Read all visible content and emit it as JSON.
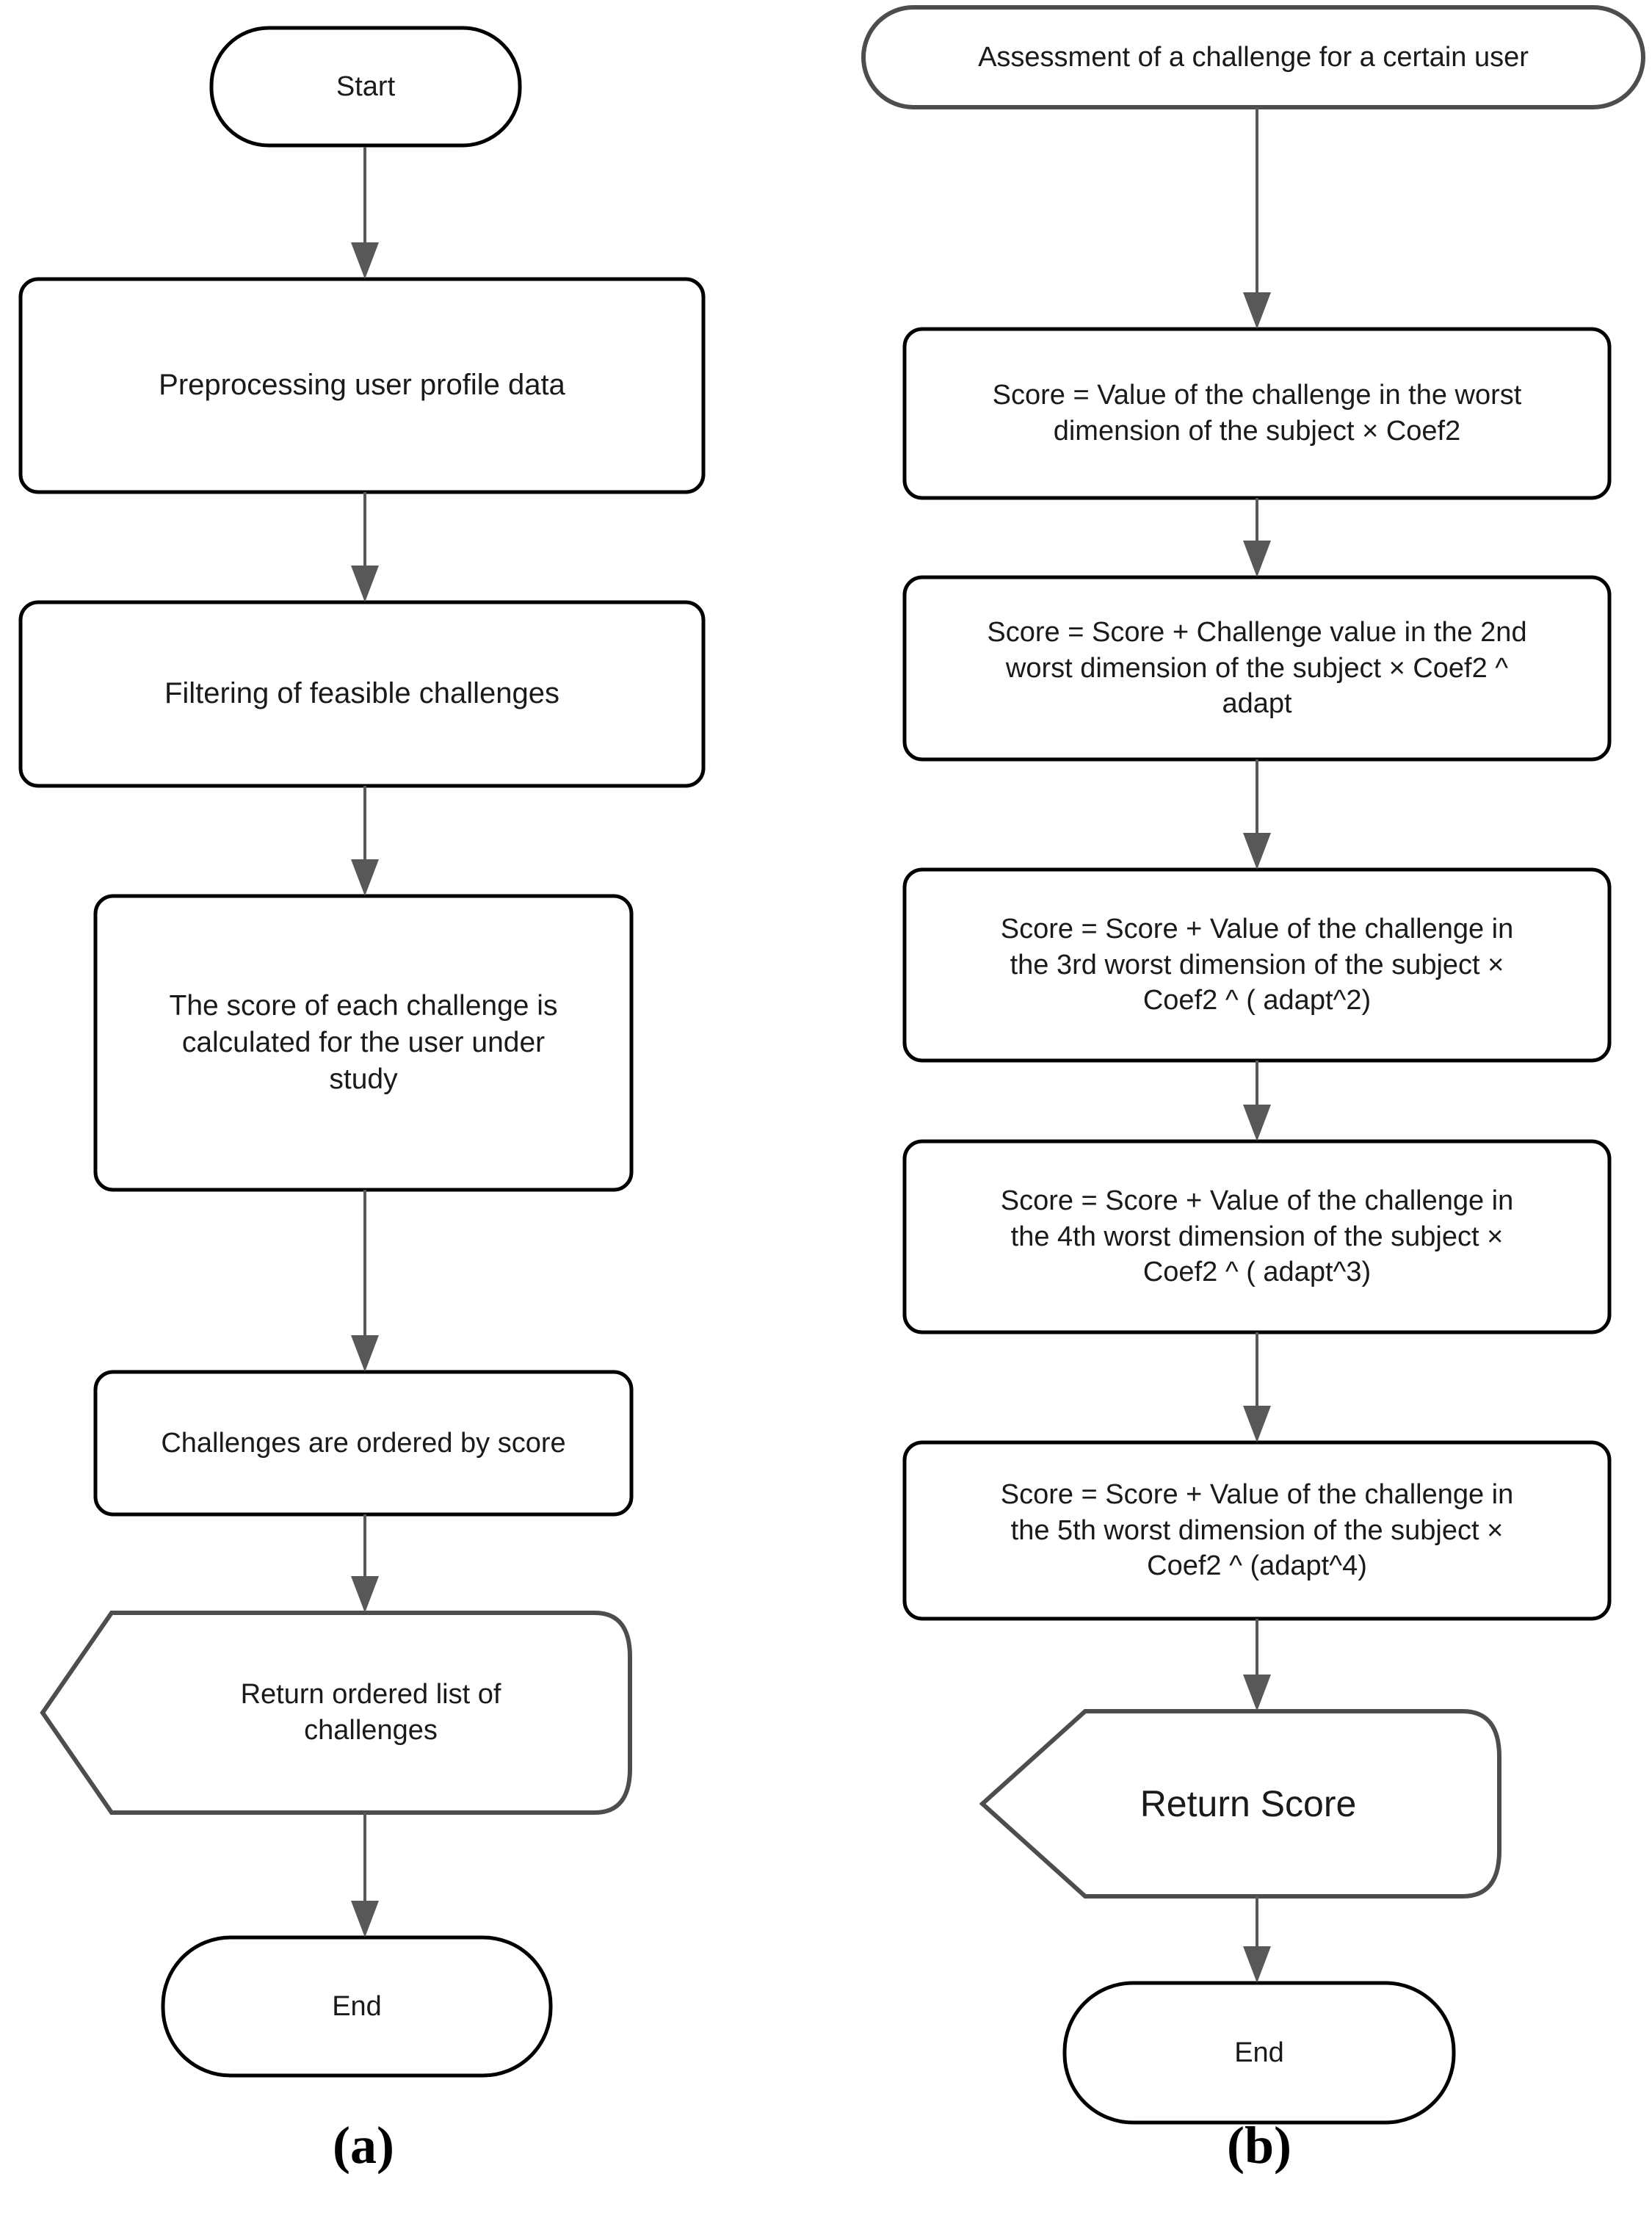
{
  "figure": {
    "panels": [
      {
        "id": "panel-a",
        "caption": "(a)",
        "nodes": [
          {
            "id": "a-start",
            "type": "terminator",
            "label": "Start"
          },
          {
            "id": "a-preprocess",
            "type": "process",
            "label": "Preprocessing user profile data"
          },
          {
            "id": "a-filter",
            "type": "process",
            "label": "Filtering of feasible challenges"
          },
          {
            "id": "a-score",
            "type": "process",
            "label": "The score of each challenge is\ncalculated for the user under\nstudy"
          },
          {
            "id": "a-order",
            "type": "process",
            "label": "Challenges are ordered by score"
          },
          {
            "id": "a-return",
            "type": "output",
            "label": "Return ordered list of\nchallenges"
          },
          {
            "id": "a-end",
            "type": "terminator",
            "label": "End"
          }
        ],
        "edges": [
          {
            "from": "a-start",
            "to": "a-preprocess"
          },
          {
            "from": "a-preprocess",
            "to": "a-filter"
          },
          {
            "from": "a-filter",
            "to": "a-score"
          },
          {
            "from": "a-score",
            "to": "a-order"
          },
          {
            "from": "a-order",
            "to": "a-return"
          },
          {
            "from": "a-return",
            "to": "a-end"
          }
        ]
      },
      {
        "id": "panel-b",
        "caption": "(b)",
        "nodes": [
          {
            "id": "b-assessment",
            "type": "terminator",
            "label": "Assessment of a challenge for a certain user"
          },
          {
            "id": "b-score1",
            "type": "process",
            "label": "Score = Value of the challenge in the worst\ndimension of the subject × Coef2"
          },
          {
            "id": "b-score2",
            "type": "process",
            "label": "Score = Score + Challenge value in the 2nd\nworst dimension of the subject × Coef2 ^\nadapt"
          },
          {
            "id": "b-score3",
            "type": "process",
            "label": "Score = Score + Value of the challenge in\nthe 3rd worst dimension of the subject ×\nCoef2 ^ ( adapt^2)"
          },
          {
            "id": "b-score4",
            "type": "process",
            "label": "Score = Score + Value of the challenge in\nthe 4th worst dimension of the subject ×\nCoef2 ^ ( adapt^3)"
          },
          {
            "id": "b-score5",
            "type": "process",
            "label": "Score = Score + Value of the challenge in\nthe 5th worst dimension of the subject ×\nCoef2 ^ (adapt^4)"
          },
          {
            "id": "b-return",
            "type": "output",
            "label": "Return Score"
          },
          {
            "id": "b-end",
            "type": "terminator",
            "label": "End"
          }
        ],
        "edges": [
          {
            "from": "b-assessment",
            "to": "b-score1"
          },
          {
            "from": "b-score1",
            "to": "b-score2"
          },
          {
            "from": "b-score2",
            "to": "b-score3"
          },
          {
            "from": "b-score3",
            "to": "b-score4"
          },
          {
            "from": "b-score4",
            "to": "b-score5"
          },
          {
            "from": "b-score5",
            "to": "b-return"
          },
          {
            "from": "b-return",
            "to": "b-end"
          }
        ]
      }
    ],
    "colors": {
      "background": "#ffffff",
      "node_stroke_black": "#000000",
      "node_stroke_gray": "#4d4d4d",
      "connector": "#585858",
      "text": "#1a1a1a"
    }
  }
}
